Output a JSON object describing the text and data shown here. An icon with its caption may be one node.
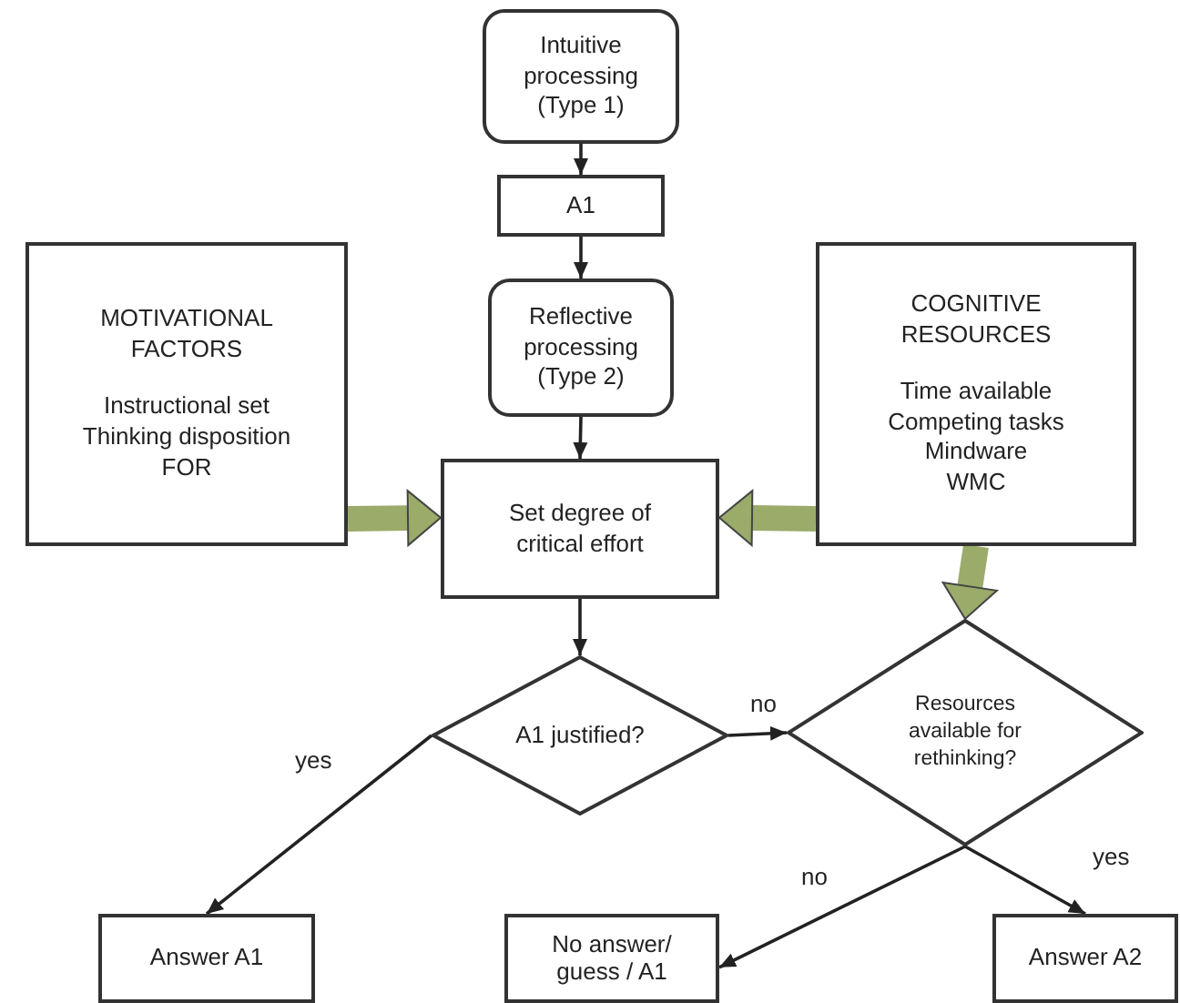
{
  "diagram": {
    "nodes": [
      {
        "text": [
          "Intuitive processing (Type 1)"
        ]
      },
      {
        "text": [
          "A1"
        ]
      },
      {
        "text": [
          "MOTIVATIONAL FACTORS",
          "Instructional set",
          "Thinking disposition",
          "FOR"
        ]
      },
      {
        "text": [
          "COGNITIVE RESOURCES",
          "Time available",
          "Competing tasks",
          "Mindware",
          "WMC"
        ]
      },
      {
        "text": [
          "Reflective processing (Type 2)"
        ]
      },
      {
        "text": [
          "Set degree of critical effort"
        ]
      },
      {
        "text": [
          "A1 justified?"
        ]
      },
      {
        "text": [
          "Resources available for rethinking?"
        ]
      },
      {
        "text": [
          "Answer A1"
        ]
      },
      {
        "text": [
          "No answer/ guess / A1"
        ]
      },
      {
        "text": [
          "Answer A2"
        ]
      }
    ],
    "edges": [
      {
        "from": 0,
        "to": 1,
        "arrow": "to"
      },
      {
        "from": 1,
        "to": 4,
        "arrow": "to"
      },
      {
        "from": 4,
        "to": 5,
        "arrow": "to"
      },
      {
        "from": 2,
        "to": 5,
        "arrow": "to",
        "style": "thick",
        "color": "#9aab6a"
      },
      {
        "from": 3,
        "to": 5,
        "arrow": "to",
        "style": "thick",
        "color": "#9aab6a"
      },
      {
        "from": 3,
        "to": 7,
        "arrow": "to",
        "style": "thick",
        "color": "#9aab6a"
      },
      {
        "from": 5,
        "to": 6,
        "arrow": "to"
      },
      {
        "from": 6,
        "to": 7,
        "arrow": "to",
        "label": "no"
      },
      {
        "from": 6,
        "to": 8,
        "arrow": "to",
        "label": "yes"
      },
      {
        "from": 7,
        "to": 9,
        "arrow": "to",
        "label": "no"
      },
      {
        "from": 7,
        "to": 10,
        "arrow": "to",
        "label": "yes"
      }
    ]
  }
}
